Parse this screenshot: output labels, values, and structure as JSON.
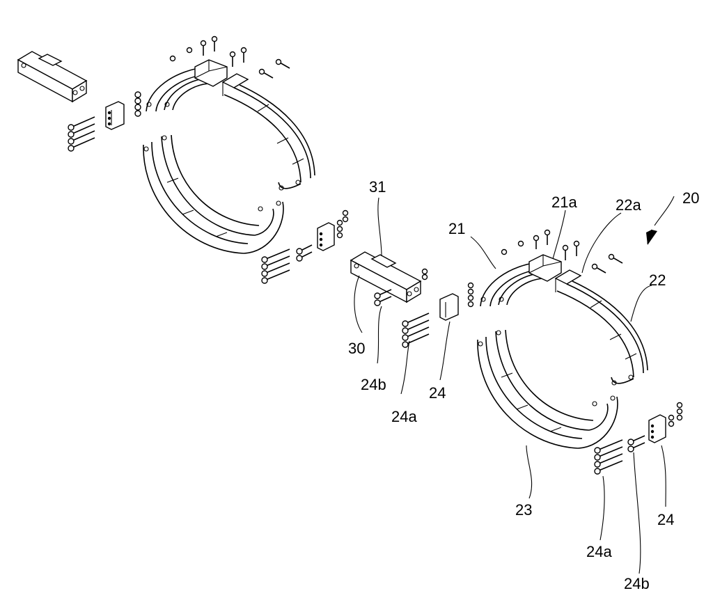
{
  "labels": {
    "l20": "20",
    "l21": "21",
    "l21a": "21a",
    "l22": "22",
    "l22a": "22a",
    "l23": "23",
    "l24_mid": "24",
    "l24_right": "24",
    "l24a_mid": "24a",
    "l24a_right": "24a",
    "l24b_mid": "24b",
    "l24b_right": "24b",
    "l30": "30",
    "l31": "31"
  }
}
